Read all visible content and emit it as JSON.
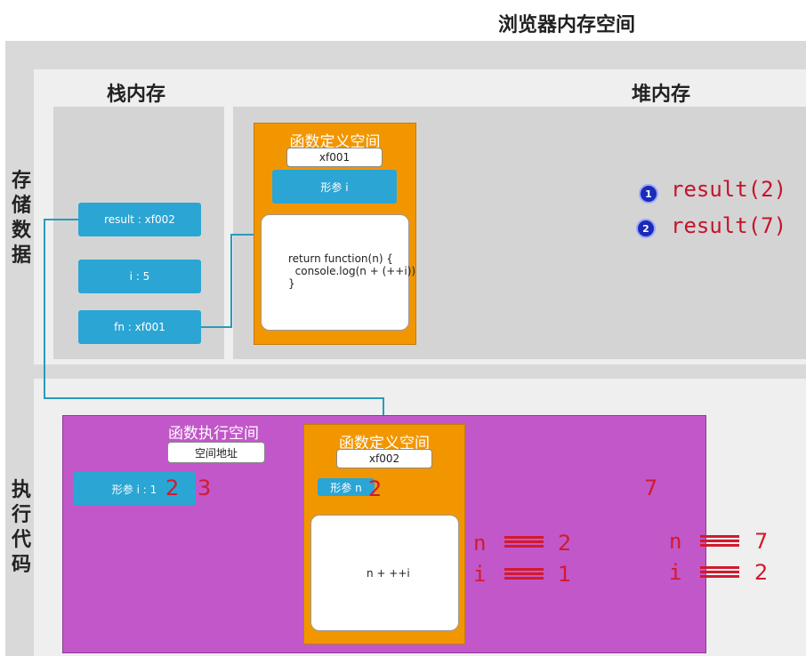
{
  "title": "浏览器内存空间",
  "sections": {
    "stack_label": "栈内存",
    "heap_label": "堆内存",
    "store_label": "存储数据",
    "exec_label": "执行代码"
  },
  "stack_items": {
    "result": "result : xf002",
    "i": "i : 5",
    "fn": "fn : xf001"
  },
  "func_def_1": {
    "title": "函数定义空间",
    "address": "xf001",
    "param": "形参 i",
    "code": "return function(n) {\n  console.log(n + (++i))\n}"
  },
  "calls": {
    "call1_num": "1",
    "call1_text": "result(2)",
    "call2_num": "2",
    "call2_text": "result(7)"
  },
  "exec_space": {
    "title": "函数执行空间",
    "address": "空间地址",
    "param": "形参 i : 1",
    "ann_2": "2",
    "ann_3": "3"
  },
  "func_def_2": {
    "title": "函数定义空间",
    "address": "xf002",
    "param": "形参 n",
    "ann_param": "2",
    "code": "n + ++i",
    "ann_7": "7"
  },
  "annotations": {
    "n1_var": "n",
    "n1_val": "2",
    "i1_var": "i",
    "i1_val": "1",
    "n2_var": "n",
    "n2_val": "7",
    "i2_var": "i",
    "i2_val": "2"
  },
  "colors": {
    "blue_box": "#2aa5d4",
    "orange": "#f29600",
    "purple": "#c257c9",
    "annotation_red": "#d21a2e",
    "connector": "#2a9bb8"
  }
}
